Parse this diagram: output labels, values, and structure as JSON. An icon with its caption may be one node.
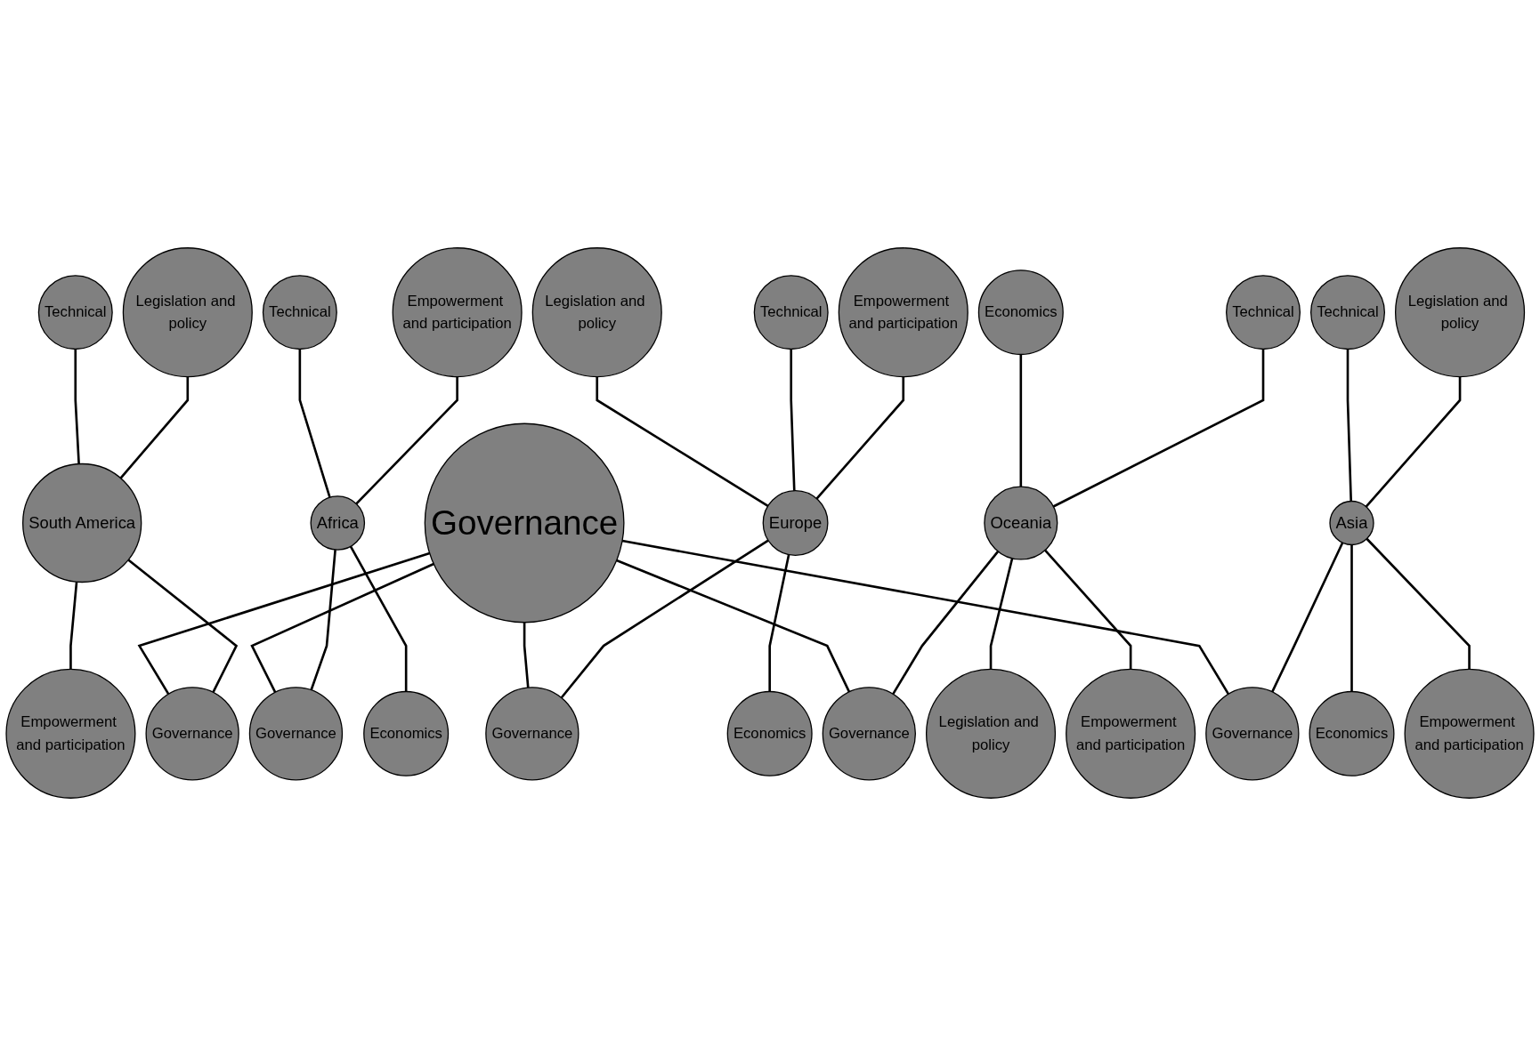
{
  "diagram": {
    "nodes": [
      {
        "text": [
          "Governance"
        ]
      },
      {
        "text": [
          "South America"
        ]
      },
      {
        "text": [
          "Technical"
        ]
      },
      {
        "text": [
          "Legislation and policy"
        ]
      },
      {
        "text": [
          "Empowerment and participation"
        ]
      },
      {
        "text": [
          "Governance"
        ]
      },
      {
        "text": [
          "Technical"
        ]
      },
      {
        "text": [
          "Africa"
        ]
      },
      {
        "text": [
          "Empowerment and participation"
        ]
      },
      {
        "text": [
          "Governance"
        ]
      },
      {
        "text": [
          "Economics"
        ]
      },
      {
        "text": [
          "Legislation and policy"
        ]
      },
      {
        "text": [
          "Technical"
        ]
      },
      {
        "text": [
          "Europe"
        ]
      },
      {
        "text": [
          "Empowerment and participation"
        ]
      },
      {
        "text": [
          "Governance"
        ]
      },
      {
        "text": [
          "Economics"
        ]
      },
      {
        "text": [
          "Economics"
        ]
      },
      {
        "text": [
          "Technical"
        ]
      },
      {
        "text": [
          "Oceania"
        ]
      },
      {
        "text": [
          "Governance"
        ]
      },
      {
        "text": [
          "Legislation and policy"
        ]
      },
      {
        "text": [
          "Empowerment and participation"
        ]
      },
      {
        "text": [
          "Technical"
        ]
      },
      {
        "text": [
          "Governance"
        ]
      },
      {
        "text": [
          "Asia"
        ]
      },
      {
        "text": [
          "Legislation and policy"
        ]
      },
      {
        "text": [
          "Economics"
        ]
      },
      {
        "text": [
          "Empowerment and participation"
        ]
      }
    ],
    "edges": [
      {
        "from": 0,
        "to": 5,
        "arrow": "none"
      },
      {
        "from": 0,
        "to": 9,
        "arrow": "none"
      },
      {
        "from": 0,
        "to": 15,
        "arrow": "none"
      },
      {
        "from": 0,
        "to": 20,
        "arrow": "none"
      },
      {
        "from": 0,
        "to": 24,
        "arrow": "none"
      },
      {
        "from": 2,
        "to": 1,
        "arrow": "none"
      },
      {
        "from": 3,
        "to": 1,
        "arrow": "none"
      },
      {
        "from": 1,
        "to": 4,
        "arrow": "none"
      },
      {
        "from": 1,
        "to": 5,
        "arrow": "none"
      },
      {
        "from": 6,
        "to": 7,
        "arrow": "none"
      },
      {
        "from": 8,
        "to": 7,
        "arrow": "none"
      },
      {
        "from": 7,
        "to": 9,
        "arrow": "none"
      },
      {
        "from": 7,
        "to": 10,
        "arrow": "none"
      },
      {
        "from": 11,
        "to": 13,
        "arrow": "none"
      },
      {
        "from": 12,
        "to": 13,
        "arrow": "none"
      },
      {
        "from": 14,
        "to": 13,
        "arrow": "none"
      },
      {
        "from": 13,
        "to": 15,
        "arrow": "none"
      },
      {
        "from": 13,
        "to": 16,
        "arrow": "none"
      },
      {
        "from": 17,
        "to": 19,
        "arrow": "none"
      },
      {
        "from": 18,
        "to": 19,
        "arrow": "none"
      },
      {
        "from": 19,
        "to": 20,
        "arrow": "none"
      },
      {
        "from": 19,
        "to": 21,
        "arrow": "none"
      },
      {
        "from": 19,
        "to": 22,
        "arrow": "none"
      },
      {
        "from": 23,
        "to": 25,
        "arrow": "none"
      },
      {
        "from": 26,
        "to": 25,
        "arrow": "none"
      },
      {
        "from": 25,
        "to": 24,
        "arrow": "none"
      },
      {
        "from": 25,
        "to": 27,
        "arrow": "none"
      },
      {
        "from": 25,
        "to": 28,
        "arrow": "none"
      }
    ]
  }
}
